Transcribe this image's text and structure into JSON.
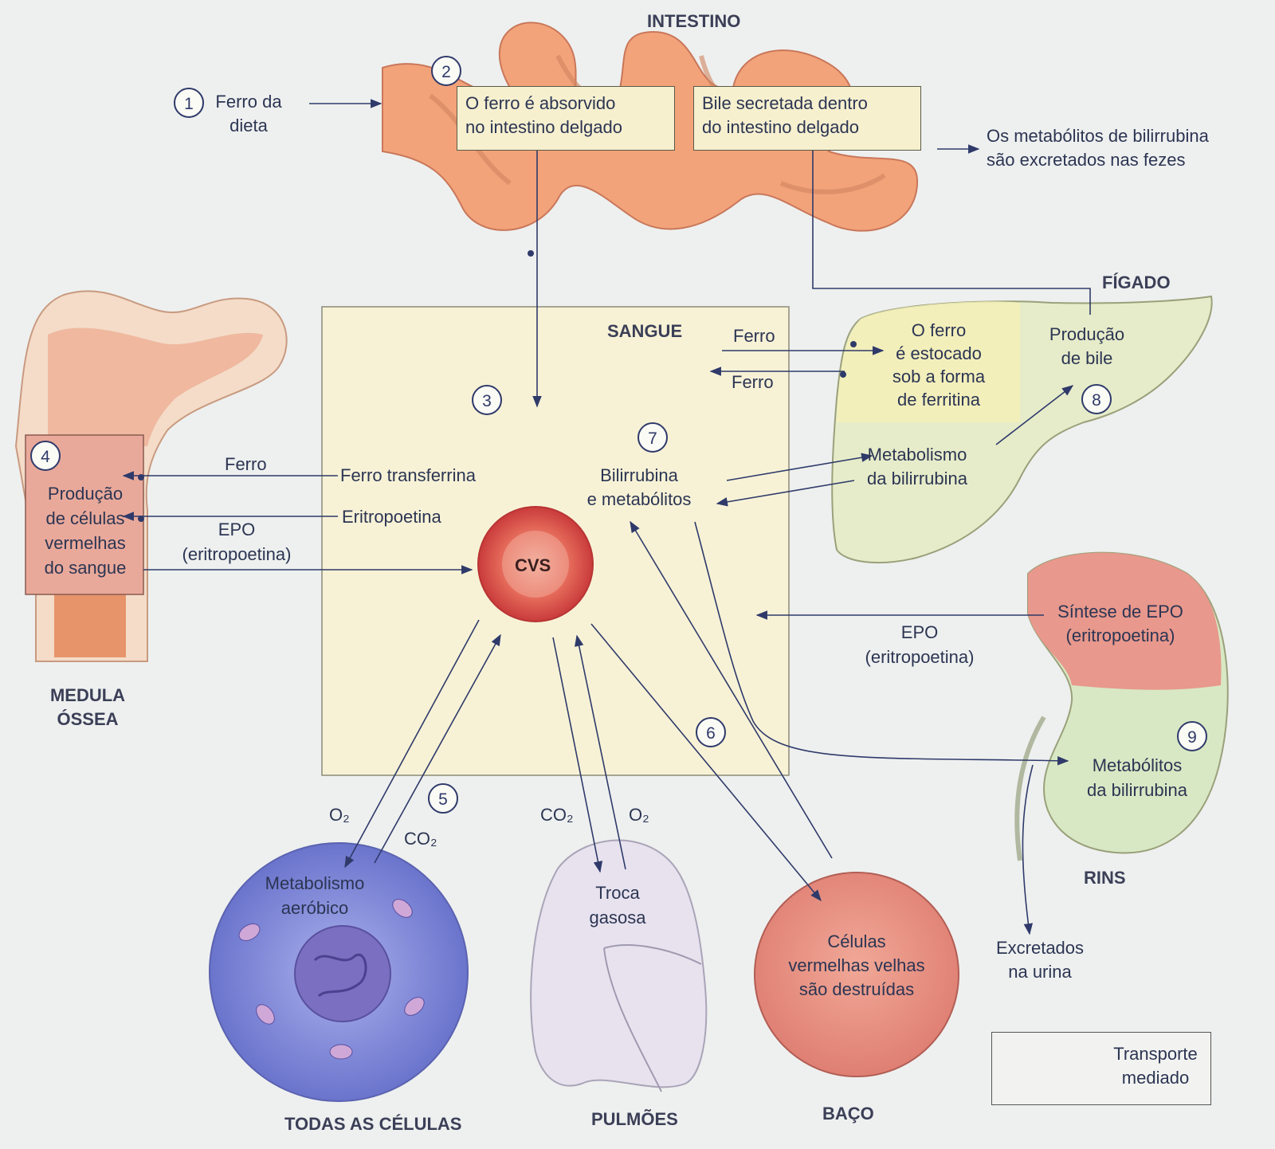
{
  "organs": {
    "intestine": "INTESTINO",
    "blood": "SANGUE",
    "liver": "FÍGADO",
    "bone_marrow_line1": "MEDULA",
    "bone_marrow_line2": "ÓSSEA",
    "kidneys": "RINS",
    "all_cells": "TODAS AS CÉLULAS",
    "lungs": "PULMÕES",
    "spleen": "BAÇO",
    "rbc": "CVS"
  },
  "steps": {
    "s1": "1",
    "s2": "2",
    "s3": "3",
    "s4": "4",
    "s5": "5",
    "s6": "6",
    "s7": "7",
    "s8": "8",
    "s9": "9"
  },
  "labels": {
    "diet_iron_1": "Ferro da",
    "diet_iron_2": "dieta",
    "absorbed_1": "O ferro é absorvido",
    "absorbed_2": "no intestino delgado",
    "bile_secreted_1": "Bile secretada dentro",
    "bile_secreted_2": "do intestino delgado",
    "feces_1": "Os metabólitos de bilirrubina",
    "feces_2": "são excretados nas fezes",
    "iron_in": "Ferro",
    "iron_out": "Ferro",
    "ferritin_1": "O ferro",
    "ferritin_2": "é estocado",
    "ferritin_3": "sob a forma",
    "ferritin_4": "de ferritina",
    "bile_prod_1": "Produção",
    "bile_prod_2": "de bile",
    "bili_metab_1": "Metabolismo",
    "bili_metab_2": "da bilirrubina",
    "bilirubin_1": "Bilirrubina",
    "bilirubin_2": "e metabólitos",
    "transferrin": "Ferro transferrina",
    "erythropoietin": "Eritropoetina",
    "marrow_iron": "Ferro",
    "marrow_epo_1": "EPO",
    "marrow_epo_2": "(eritropoetina)",
    "rbc_prod_1": "Produção",
    "rbc_prod_2": "de células",
    "rbc_prod_3": "vermelhas",
    "rbc_prod_4": "do sangue",
    "epo_synth_1": "Síntese de EPO",
    "epo_synth_2": "(eritropoetina)",
    "kidney_epo_1": "EPO",
    "kidney_epo_2": "(eritropoetina)",
    "renal_bili_1": "Metabólitos",
    "renal_bili_2": "da bilirrubina",
    "urine_1": "Excretados",
    "urine_2": "na urina",
    "o2_a": "O₂",
    "co2_a": "CO₂",
    "co2_b": "CO₂",
    "o2_b": "O₂",
    "aerobic_1": "Metabolismo",
    "aerobic_2": "aeróbico",
    "gas_1": "Troca",
    "gas_2": "gasosa",
    "old_rbc_1": "Células",
    "old_rbc_2": "vermelhas velhas",
    "old_rbc_3": "são destruídas"
  },
  "legend": {
    "label_1": "Transporte",
    "label_2": "mediado"
  },
  "colors": {
    "intestine": "#f2a37a",
    "blood_box": "#f7f2d6",
    "liver": "#e6ecc9",
    "liver_top": "#f5f0b8",
    "bone": "#f4dcc8",
    "marrow_box": "#e9a99a",
    "kidney_top": "#e8988c",
    "kidney_bottom": "#d8e8c4",
    "cell": "#8e96dc",
    "lung": "#e7e2ee",
    "spleen": "#e88e82",
    "rbc": "#e05050",
    "arrow": "#2f3a6a"
  }
}
